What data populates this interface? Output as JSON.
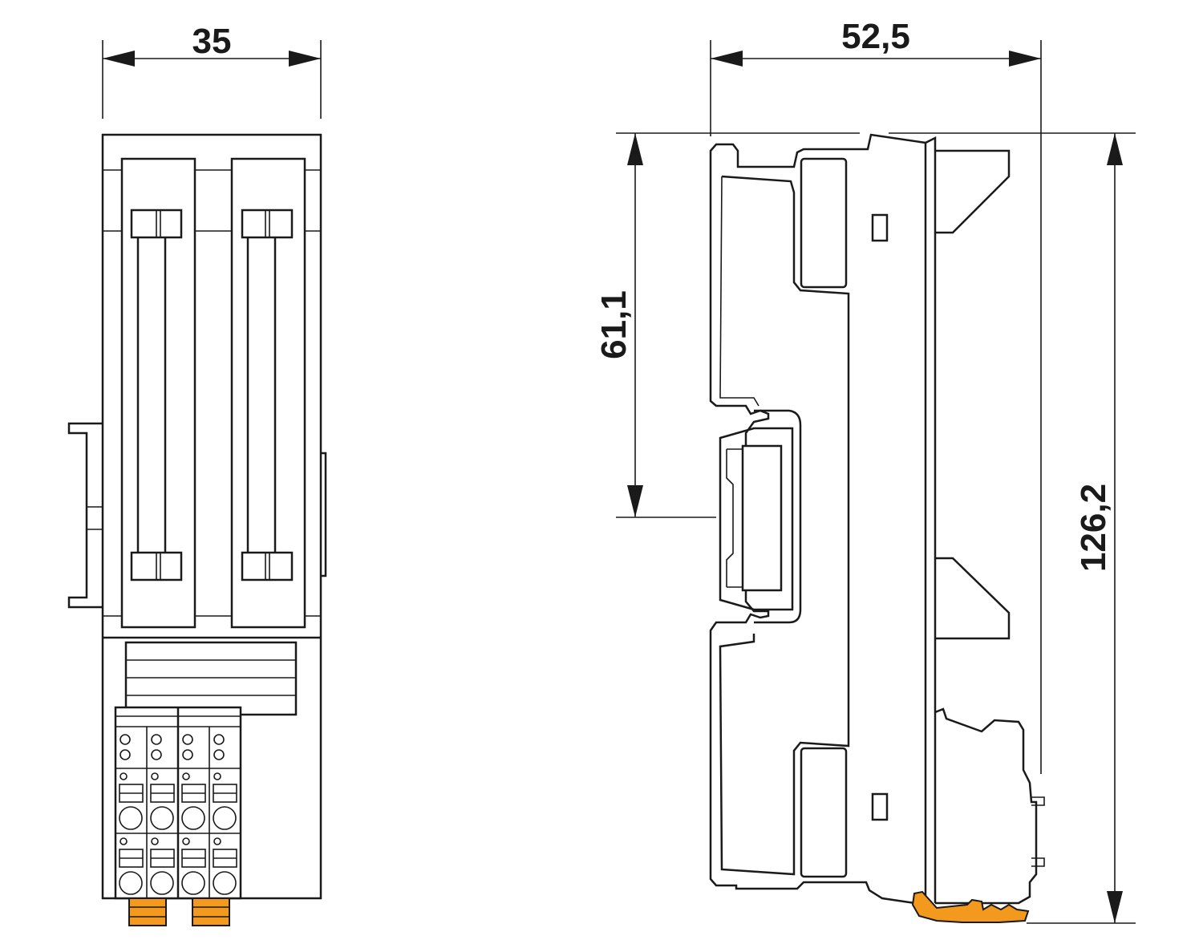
{
  "dimensions": {
    "front_width": "35",
    "side_width": "52,5",
    "rail_height": "61,1",
    "total_height": "126,2"
  },
  "colors": {
    "line": "#1a1a1a",
    "accent": "#f39a1e",
    "background": "#ffffff"
  }
}
